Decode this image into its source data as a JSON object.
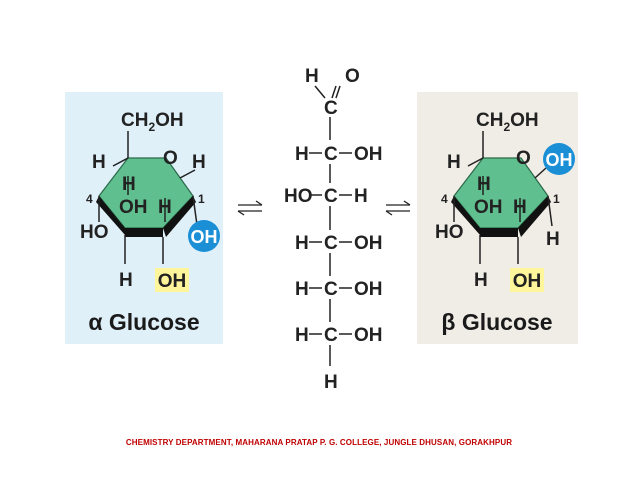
{
  "alpha": {
    "name": "α Glucose",
    "ch2oh": "CH2OH",
    "ring_o": "O",
    "h_c5": "H",
    "h_c1": "H",
    "h_c4": "H",
    "oh_c4": "OH",
    "h_c2": "H",
    "c4_num": "4",
    "c1_num": "1",
    "ho_c4": "HO",
    "anomeric_oh": "OH",
    "h_c3": "H",
    "oh_c3": "OH"
  },
  "beta": {
    "name": "β Glucose",
    "ch2oh": "CH2OH",
    "ring_o": "O",
    "anomeric_oh": "OH",
    "h_c5": "H",
    "h_c4": "H",
    "oh_c4": "OH",
    "h_c2": "H",
    "c4_num": "4",
    "c1_num": "1",
    "ho_c4": "HO",
    "h_c1": "H",
    "h_c3": "H",
    "oh_c3": "OH"
  },
  "chain": {
    "top_h": "H",
    "top_o": "O",
    "c1": "C",
    "rows": [
      {
        "left": "H",
        "c": "C",
        "right": "OH"
      },
      {
        "left": "HO",
        "c": "C",
        "right": "H"
      },
      {
        "left": "H",
        "c": "C",
        "right": "OH"
      },
      {
        "left": "H",
        "c": "C",
        "right": "OH"
      },
      {
        "left": "H",
        "c": "C",
        "right": "OH"
      }
    ],
    "bottom_h": "H"
  },
  "footer": "CHEMISTRY DEPARTMENT, MAHARANA PRATAP P. G. COLLEGE, JUNGLE DHUSAN, GORAKHPUR",
  "colors": {
    "ring_fill": "#5fbf8e",
    "highlight_oh": "#1a8fd6",
    "highlight_yellow": "#fff59a",
    "alpha_panel": "#dff0f9",
    "beta_panel": "#f0ede7",
    "footer_text": "#c00000"
  }
}
